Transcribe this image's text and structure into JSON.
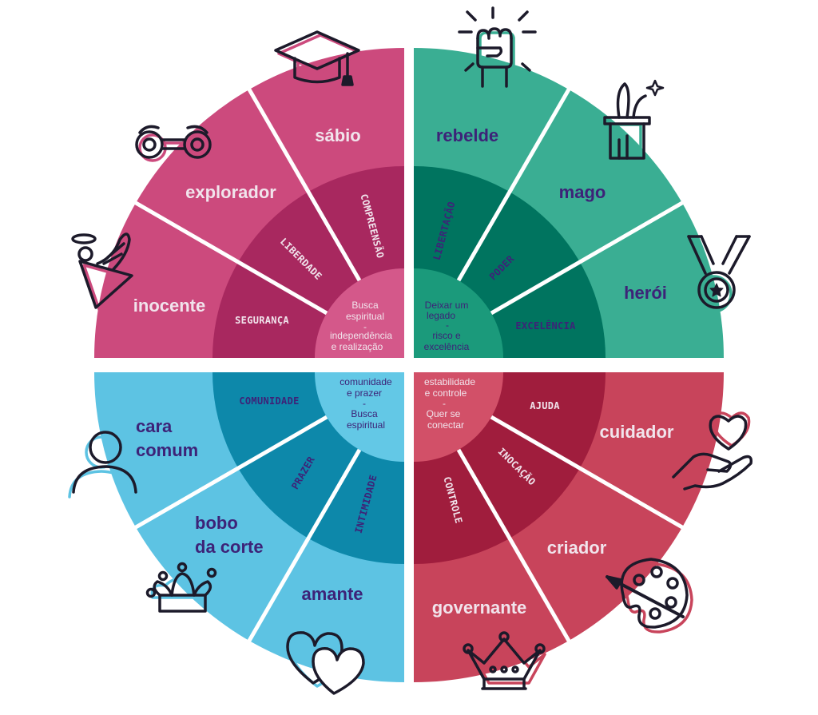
{
  "colors": {
    "pink_outer": "#cc4a7d",
    "pink_mid": "#a8285f",
    "pink_inner": "#d4588a",
    "green_outer": "#3aae93",
    "green_mid": "#00745f",
    "green_inner": "#1b9a7b",
    "blue_outer": "#5dc3e3",
    "blue_mid": "#0d88aa",
    "blue_inner": "#63c8e6",
    "red_outer": "#c8445b",
    "red_mid": "#a01d3d",
    "red_inner": "#d25068",
    "purple_text": "#3d2378",
    "light_text": "#f1e4ec",
    "icon_stroke": "#1c1a2a"
  },
  "quadrants": {
    "pink": {
      "archetypes": [
        "sábio",
        "explorador",
        "inocente"
      ],
      "motivations": [
        "COMPREENSÃO",
        "LIBERDADE",
        "SEGURANÇA"
      ],
      "core": [
        "Busca",
        "espiritual",
        "-",
        "independência",
        "e realização"
      ],
      "icons": [
        "graduation-cap-icon",
        "binoculars-icon",
        "angel-icon"
      ]
    },
    "green": {
      "archetypes": [
        "rebelde",
        "mago",
        "herói"
      ],
      "motivations": [
        "LIBERTAÇÃO",
        "PODER",
        "EXCELÊNCIA"
      ],
      "core": [
        "Deixar um",
        "legado",
        "-",
        "risco e",
        "excelência"
      ],
      "icons": [
        "raised-fist-icon",
        "magic-hat-icon",
        "medal-icon"
      ]
    },
    "blue": {
      "archetypes": [
        "cara comum",
        "bobo da corte",
        "amante"
      ],
      "archetype_lines": {
        "cara_comum": [
          "cara",
          "comum"
        ],
        "bobo": [
          "bobo",
          "da corte"
        ]
      },
      "motivations": [
        "COMUNIDADE",
        "PRAZER",
        "INTIMIDADE"
      ],
      "core": [
        "comunidade",
        "e prazer",
        "-",
        "Busca",
        "espiritual"
      ],
      "icons": [
        "person-icon",
        "jester-hat-icon",
        "hearts-icon"
      ]
    },
    "red": {
      "archetypes": [
        "cuidador",
        "criador",
        "governante"
      ],
      "motivations": [
        "AJUDA",
        "INOCAÇÃO",
        "CONTROLE"
      ],
      "core": [
        "estabilidade",
        "e controle",
        "-",
        "Quer se",
        "conectar"
      ],
      "icons": [
        "heart-hand-icon",
        "palette-icon",
        "crown-icon"
      ]
    }
  }
}
